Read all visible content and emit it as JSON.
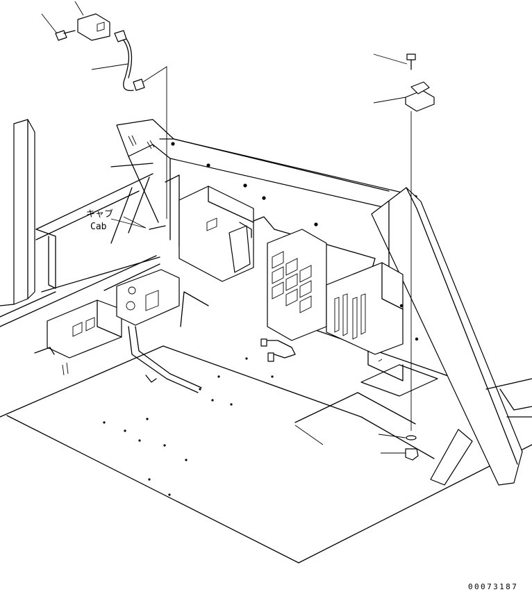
{
  "labels": {
    "cab_jp": "キャブ",
    "cab_en": "Cab",
    "drawing_number": "00073187"
  },
  "icons": {
    "bolt": "bolt-icon",
    "bracket": "bracket-icon",
    "washer": "washer-icon",
    "nut": "nut-icon",
    "harness": "harness-icon",
    "controller": "controller-icon",
    "relay": "relay-icon"
  }
}
